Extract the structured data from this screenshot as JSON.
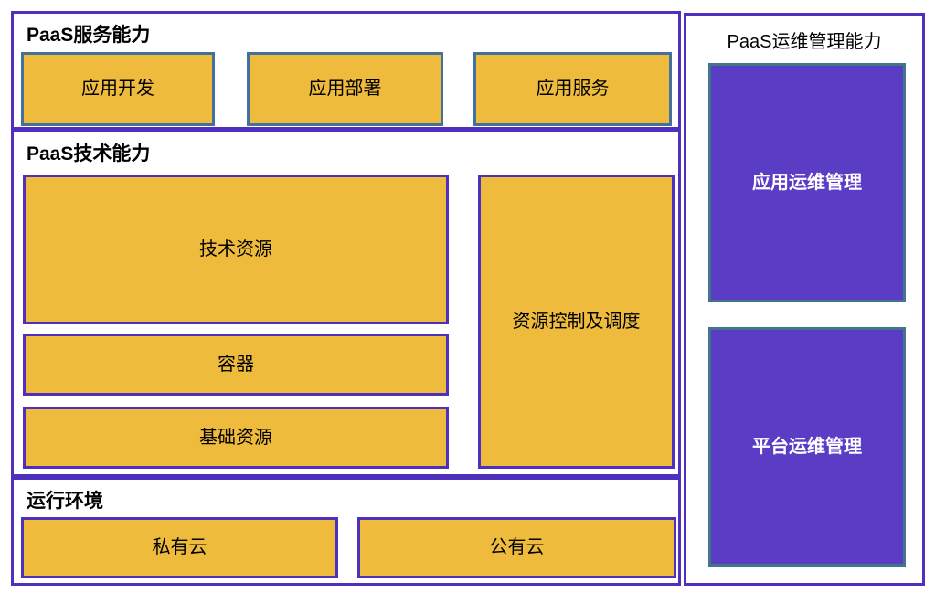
{
  "colors": {
    "gold_fill": "#EEBB3D",
    "purple_fill": "#5B3CC4",
    "purple_border": "#4F2FBE",
    "steel_blue_border": "#41719C",
    "teal_border": "#41768A",
    "title_text": "#000000",
    "purple_box_text": "#FFFFFF"
  },
  "sections": {
    "service": {
      "title": "PaaS服务能力",
      "items": [
        {
          "label": "应用开发"
        },
        {
          "label": "应用部署"
        },
        {
          "label": "应用服务"
        }
      ]
    },
    "tech": {
      "title": "PaaS技术能力",
      "left_items": [
        {
          "label": "技术资源"
        },
        {
          "label": "容器"
        },
        {
          "label": "基础资源"
        }
      ],
      "right_item": {
        "label": "资源控制及调度"
      }
    },
    "env": {
      "title": "运行环境",
      "items": [
        {
          "label": "私有云"
        },
        {
          "label": "公有云"
        }
      ]
    },
    "ops": {
      "title": "PaaS运维管理能力",
      "items": [
        {
          "label": "应用运维管理"
        },
        {
          "label": "平台运维管理"
        }
      ]
    }
  }
}
